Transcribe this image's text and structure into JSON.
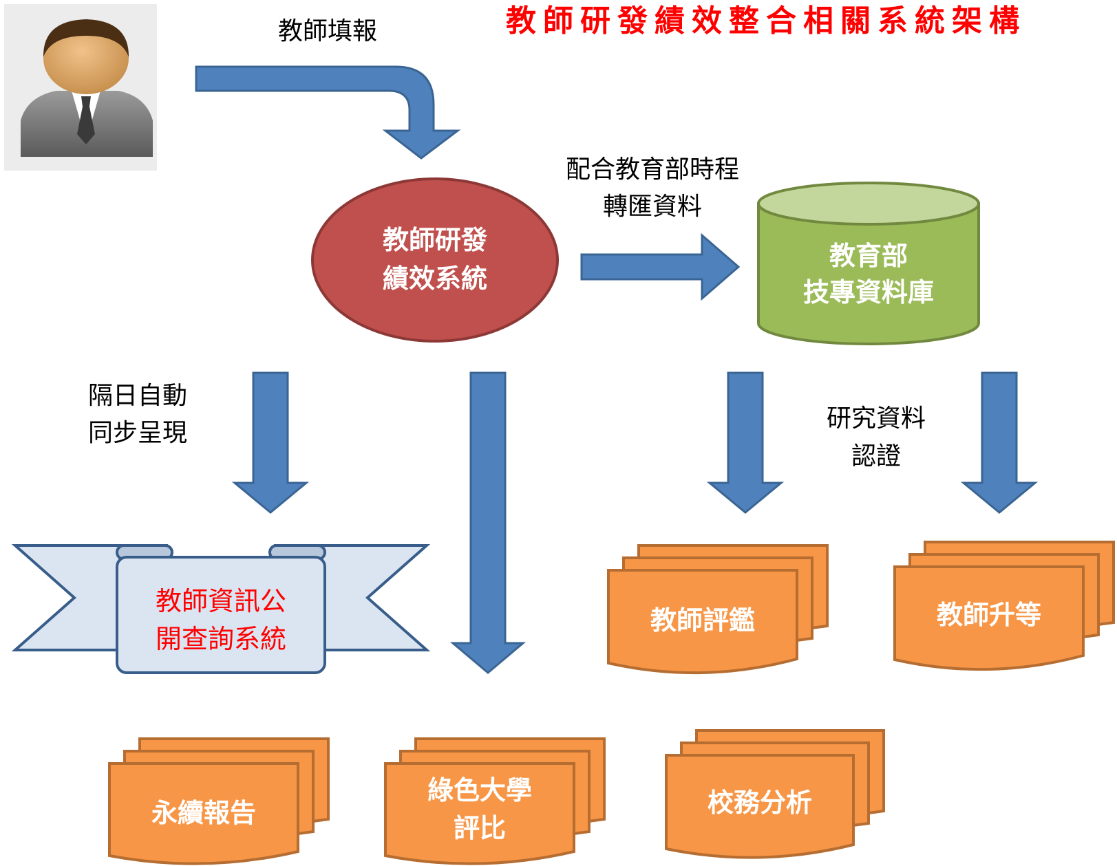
{
  "title": "教師研發績效整合相關系統架構",
  "labels": {
    "teacher_fill": "教師填報",
    "transfer_l1": "配合教育部時程",
    "transfer_l2": "轉匯資料",
    "sync_l1": "隔日自動",
    "sync_l2": "同步呈現",
    "cert_l1": "研究資料",
    "cert_l2": "認證"
  },
  "nodes": {
    "core_l1": "教師研發",
    "core_l2": "績效系統",
    "db_l1": "教育部",
    "db_l2": "技專資料庫",
    "public_l1": "教師資訊公",
    "public_l2": "開查詢系統",
    "evaluation": "教師評鑑",
    "promotion": "教師升等",
    "sustainability": "永續報告",
    "green_l1": "綠色大學",
    "green_l2": "評比",
    "analysis": "校務分析"
  },
  "colors": {
    "title": "#ff0000",
    "arrow": "#4f81bd",
    "arrow_stroke": "#3a6593",
    "core": "#c0504d",
    "db": "#9bbb59",
    "doc": "#f79646",
    "banner": "#dbe5f1"
  }
}
